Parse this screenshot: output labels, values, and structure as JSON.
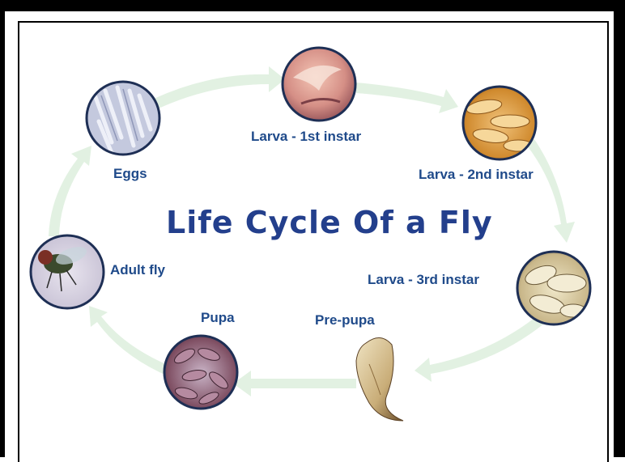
{
  "title": "Life Cycle Of a Fly",
  "stages": {
    "eggs": "Eggs",
    "larva1": "Larva - 1st instar",
    "larva2": "Larva - 2nd instar",
    "larva3": "Larva - 3rd instar",
    "prepupa": "Pre-pupa",
    "pupa": "Pupa",
    "adult": "Adult fly"
  },
  "colors": {
    "label": "#1f4a8a",
    "title": "#233f8c",
    "arrow": "#e2f1e2",
    "ring": "#1e2f55"
  }
}
